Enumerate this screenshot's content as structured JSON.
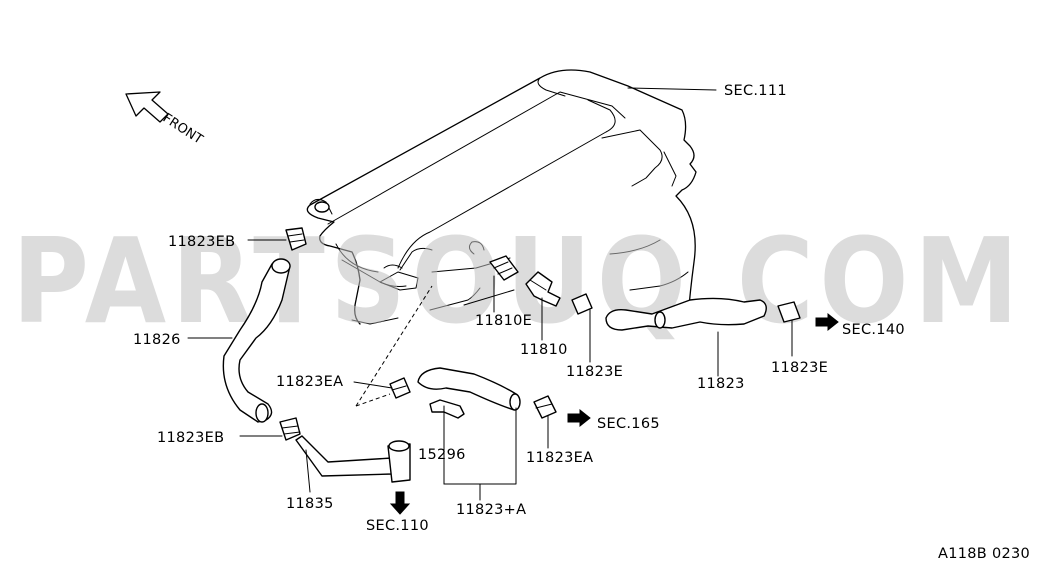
{
  "labels": {
    "sec_111": "SEC.111",
    "front": "FRONT",
    "eb_top": "11823EB",
    "hose_11826": "11826",
    "ea_mid": "11823EA",
    "eb_bottom": "11823EB",
    "hose_11835": "11835",
    "sec_110": "SEC.110",
    "grommet": "11810E",
    "valve": "11810",
    "clamp_e1": "11823E",
    "hose_11823": "11823",
    "clamp_e2": "11823E",
    "sec_140": "SEC.140",
    "sec_165": "SEC.165",
    "ea_right": "11823EA",
    "hose_15296": "15296",
    "kit": "11823+A",
    "figure_code": "A118B 0230"
  },
  "watermark": {
    "text": "PARTSOUQ.COM",
    "color": "#bfbfbf"
  }
}
